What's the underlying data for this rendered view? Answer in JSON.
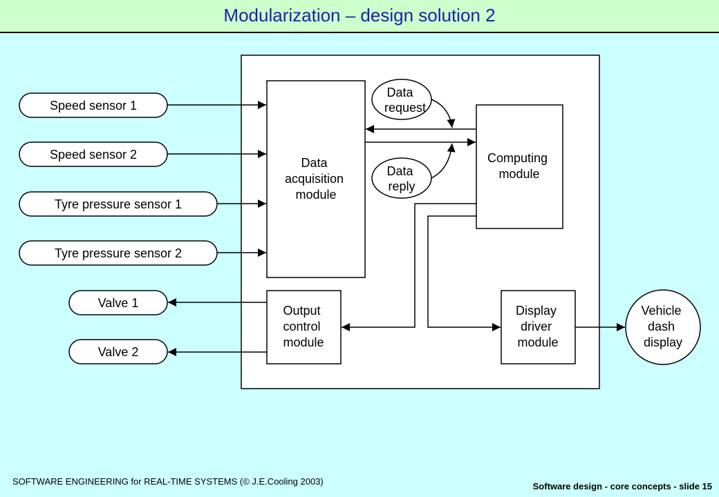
{
  "title": "Modularization – design solution 2",
  "footer": {
    "left": "SOFTWARE  ENGINEERING   for REAL-TIME  SYSTEMS (© J.E.Cooling 2003)",
    "right": "Software design  -  core concepts   - slide 15"
  },
  "inputs": [
    "Speed sensor 1",
    "Speed sensor 2",
    "Tyre pressure sensor 1",
    "Tyre pressure sensor 2"
  ],
  "outputs": [
    "Valve 1",
    "Valve 2"
  ],
  "modules": {
    "data_acquisition": [
      "Data",
      "acquisition",
      "module"
    ],
    "computing": [
      "Computing",
      "module"
    ],
    "output_control": [
      "Output",
      "control",
      "module"
    ],
    "display_driver": [
      "Display",
      "driver",
      "module"
    ]
  },
  "messages": {
    "request": [
      "Data",
      "request"
    ],
    "reply": [
      "Data",
      "reply"
    ]
  },
  "dash": [
    "Vehicle",
    "dash",
    "display"
  ]
}
